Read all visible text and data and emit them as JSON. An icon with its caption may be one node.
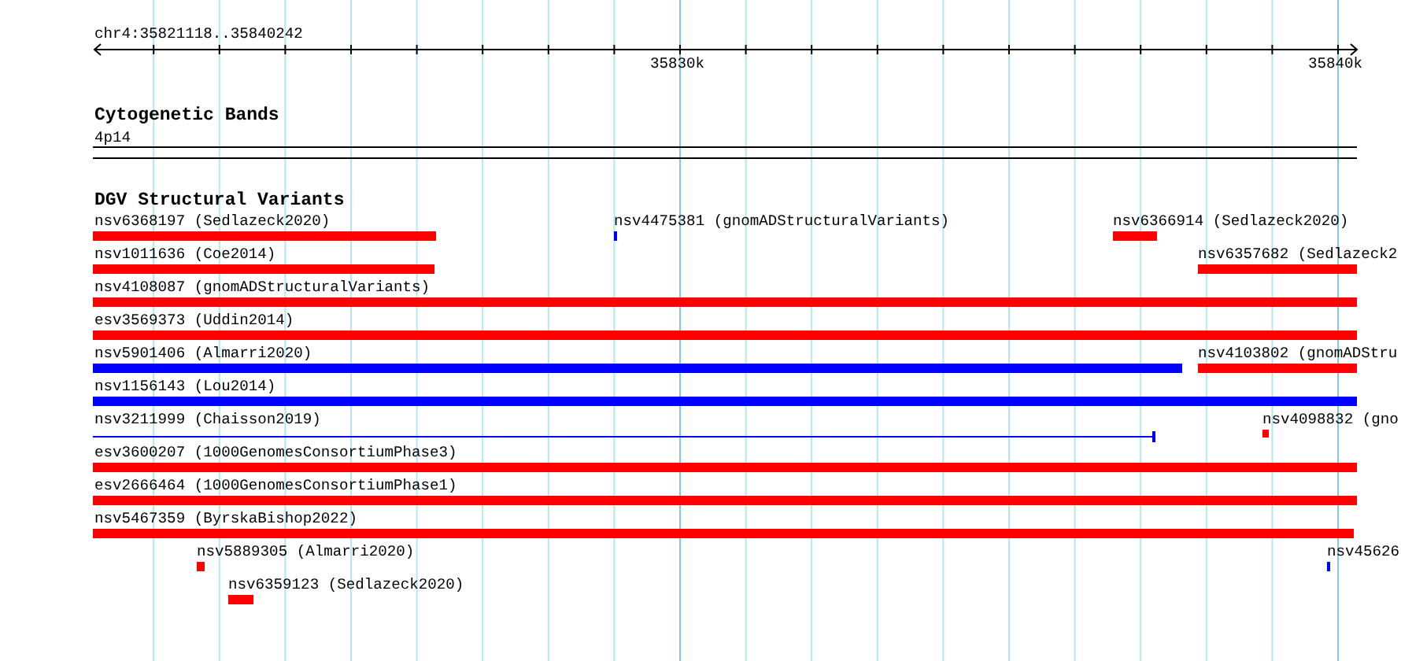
{
  "diagram": {
    "nodes": [
      {
        "text": [
          "nsv6368197 (Sedlazeck2020)"
        ]
      },
      {
        "text": [
          "nsv4475381 (gnomADStructuralVariants)"
        ]
      },
      {
        "text": [
          "nsv6366914 (Sedlazeck2020)"
        ]
      },
      {
        "text": [
          "nsv1011636 (Coe2014)"
        ]
      },
      {
        "text": [
          "nsv6357682 (Sedlazeck2"
        ]
      },
      {
        "text": [
          "nsv4108087 (gnomADStructuralVariants)"
        ]
      },
      {
        "text": [
          "esv3569373 (Uddin2014)"
        ]
      },
      {
        "text": [
          "nsv5901406 (Almarri2020)"
        ]
      },
      {
        "text": [
          "nsv4103802 (gnomADStru"
        ]
      },
      {
        "text": [
          "nsv1156143 (Lou2014)"
        ]
      },
      {
        "text": [
          "nsv3211999 (Chaisson2019)"
        ]
      },
      {
        "text": [
          "nsv4098832 (gno"
        ]
      },
      {
        "text": [
          "esv3600207 (1000GenomesConsortiumPhase3)"
        ]
      },
      {
        "text": [
          "esv2666464 (1000GenomesConsortiumPhase1)"
        ]
      },
      {
        "text": [
          "nsv5467359 (ByrskaBishop2022)"
        ]
      },
      {
        "text": [
          "nsv5889305 (Almarri2020)"
        ]
      },
      {
        "text": [
          "nsv45626"
        ]
      },
      {
        "text": [
          "nsv6359123 (Sedlazeck2020)"
        ]
      }
    ],
    "labels": [
      "chr4:35821118..35840242",
      "35830k",
      "35840k",
      "Cytogenetic Bands",
      "4p14",
      "DGV Structural Variants"
    ]
  }
}
